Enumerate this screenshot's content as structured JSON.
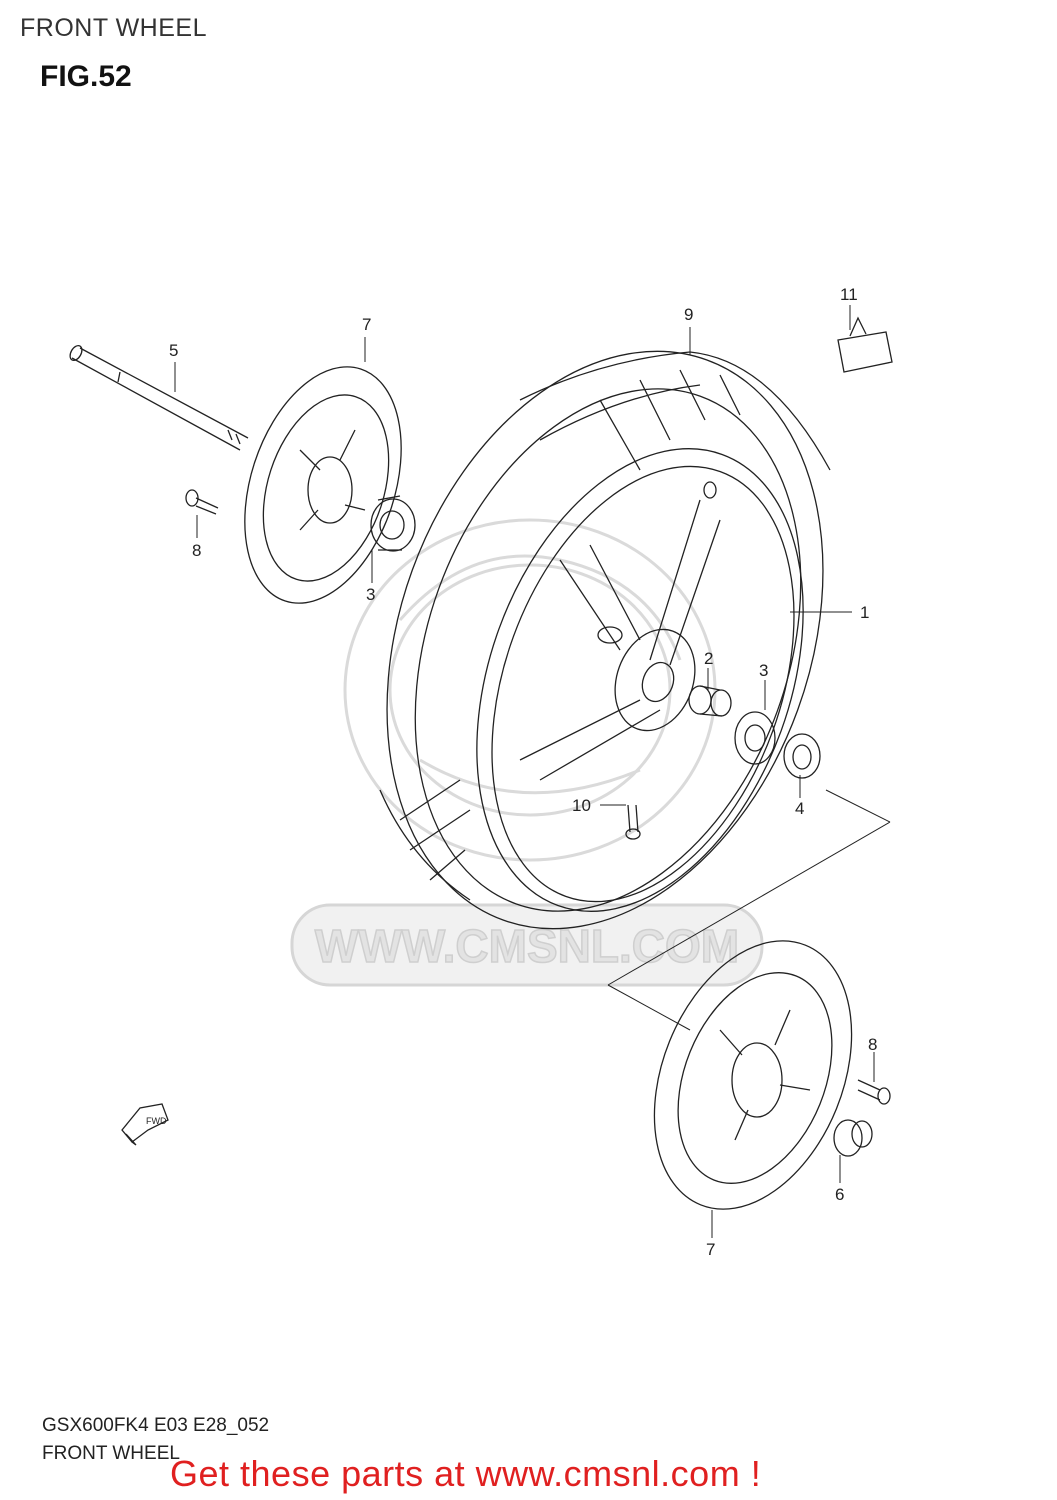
{
  "header": {
    "title": "FRONT WHEEL",
    "figure": "FIG.52"
  },
  "callouts": {
    "p1": "1",
    "p2": "2",
    "p3a": "3",
    "p3b": "3",
    "p4": "4",
    "p5": "5",
    "p6": "6",
    "p7a": "7",
    "p7b": "7",
    "p8a": "8",
    "p8b": "8",
    "p9": "9",
    "p10": "10",
    "p11": "11"
  },
  "arrow_label": "FWD",
  "watermark": "WWW.CMSNL.COM",
  "footer": {
    "model_code": "GSX600FK4 E03 E28_052",
    "name": "FRONT WHEEL",
    "promo": "Get these parts at www.cmsnl.com !"
  }
}
